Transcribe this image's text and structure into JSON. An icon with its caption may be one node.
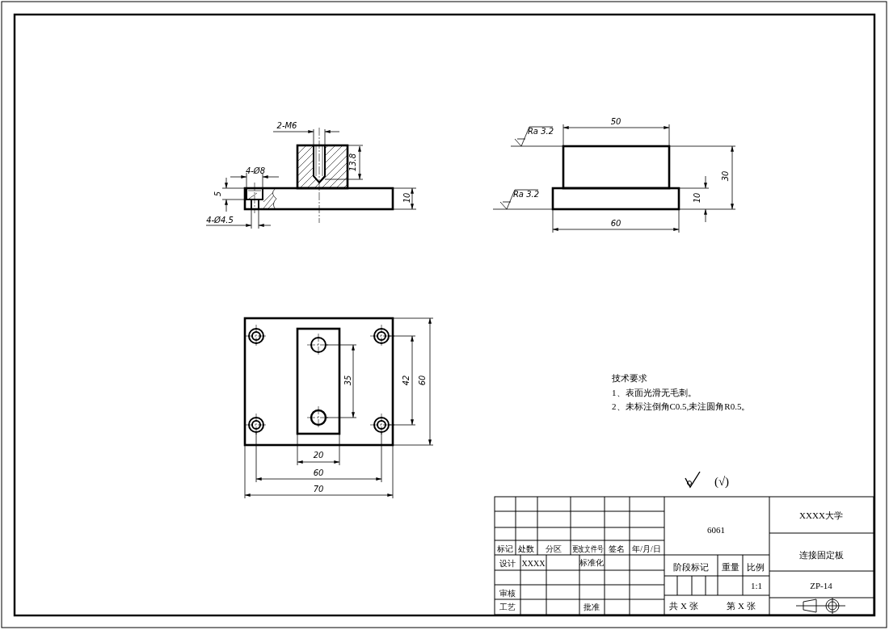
{
  "diagram": {
    "labels": [
      "2-M6",
      "Ra 3.2",
      "50",
      "13.8",
      "30",
      "4-Ø8",
      "5",
      "10",
      "Ra 3.2",
      "10",
      "4-Ø4.5",
      "60",
      "35",
      "42",
      "60",
      "技术要求",
      "1、表面光滑无毛刺。",
      "2、未标注倒角C0.5,未注圆角R0.5。",
      "20",
      "60",
      "70",
      "(√)",
      "6061",
      "XXXX大学",
      "标记",
      "处数",
      "分区",
      "更改文件号",
      "签名",
      "年/月/日",
      "连接固定板",
      "设计",
      "XXXX",
      "标准化",
      "阶段标记",
      "重量",
      "比例",
      "1:1",
      "ZP-14",
      "审核",
      "工艺",
      "批准",
      "共 X 张",
      "第 X 张"
    ]
  }
}
